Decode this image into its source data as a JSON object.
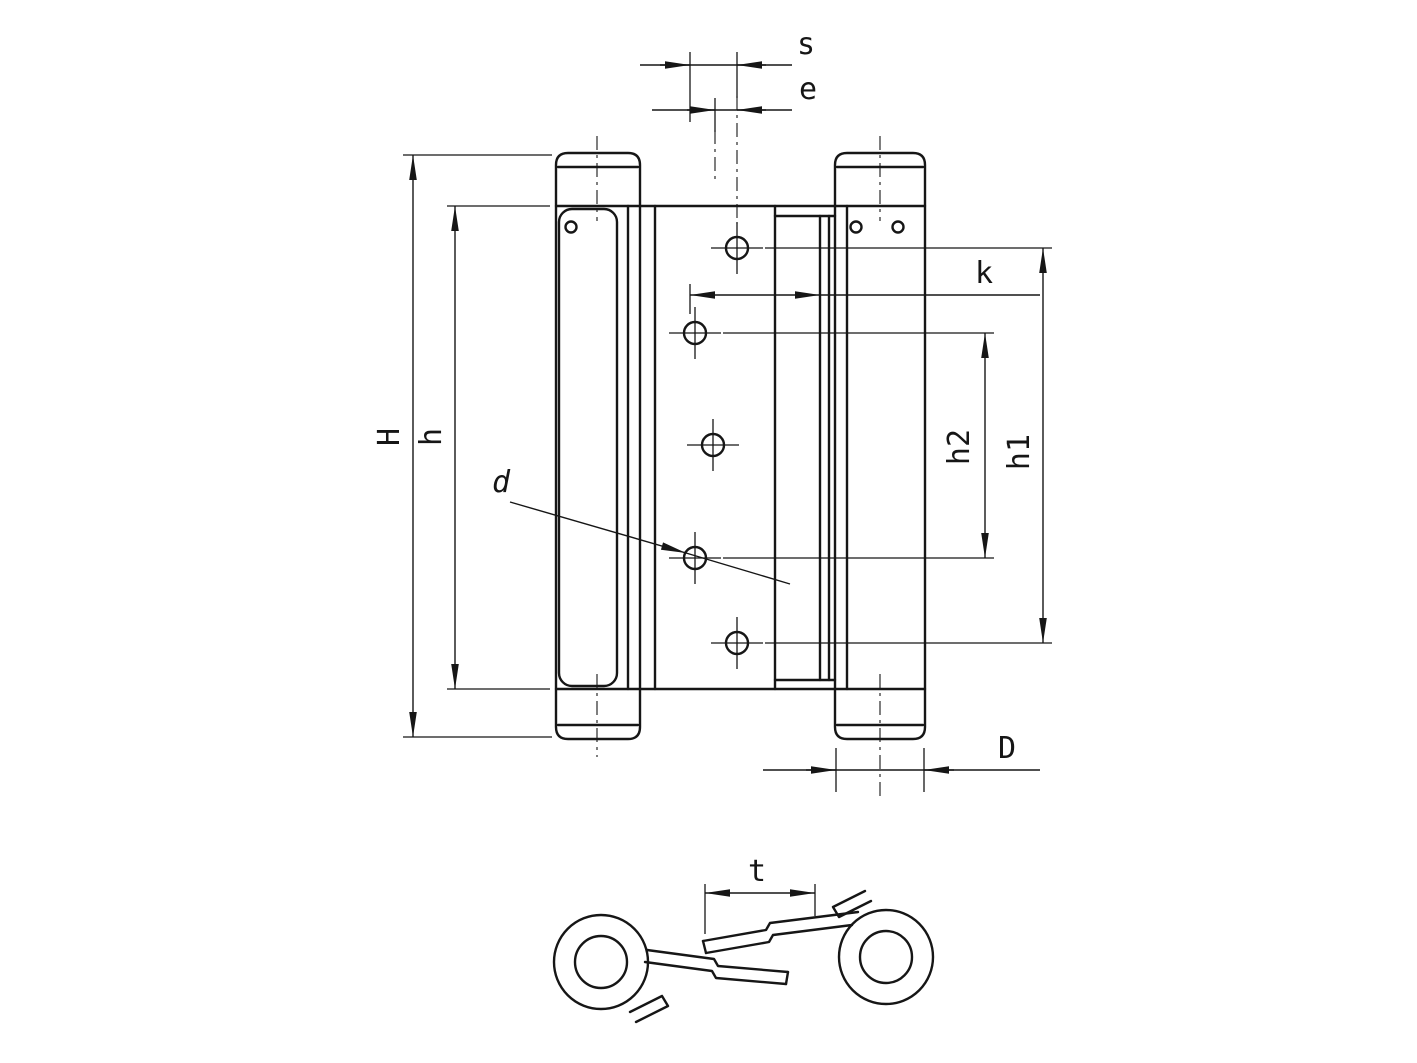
{
  "drawing": {
    "background": "#ffffff",
    "line_color": "#161616",
    "labels": {
      "s": "s",
      "e": "e",
      "k": "k",
      "H": "H",
      "h": "h",
      "h1": "h1",
      "h2": "h2",
      "d": "d",
      "D": "D",
      "t": "t"
    }
  }
}
